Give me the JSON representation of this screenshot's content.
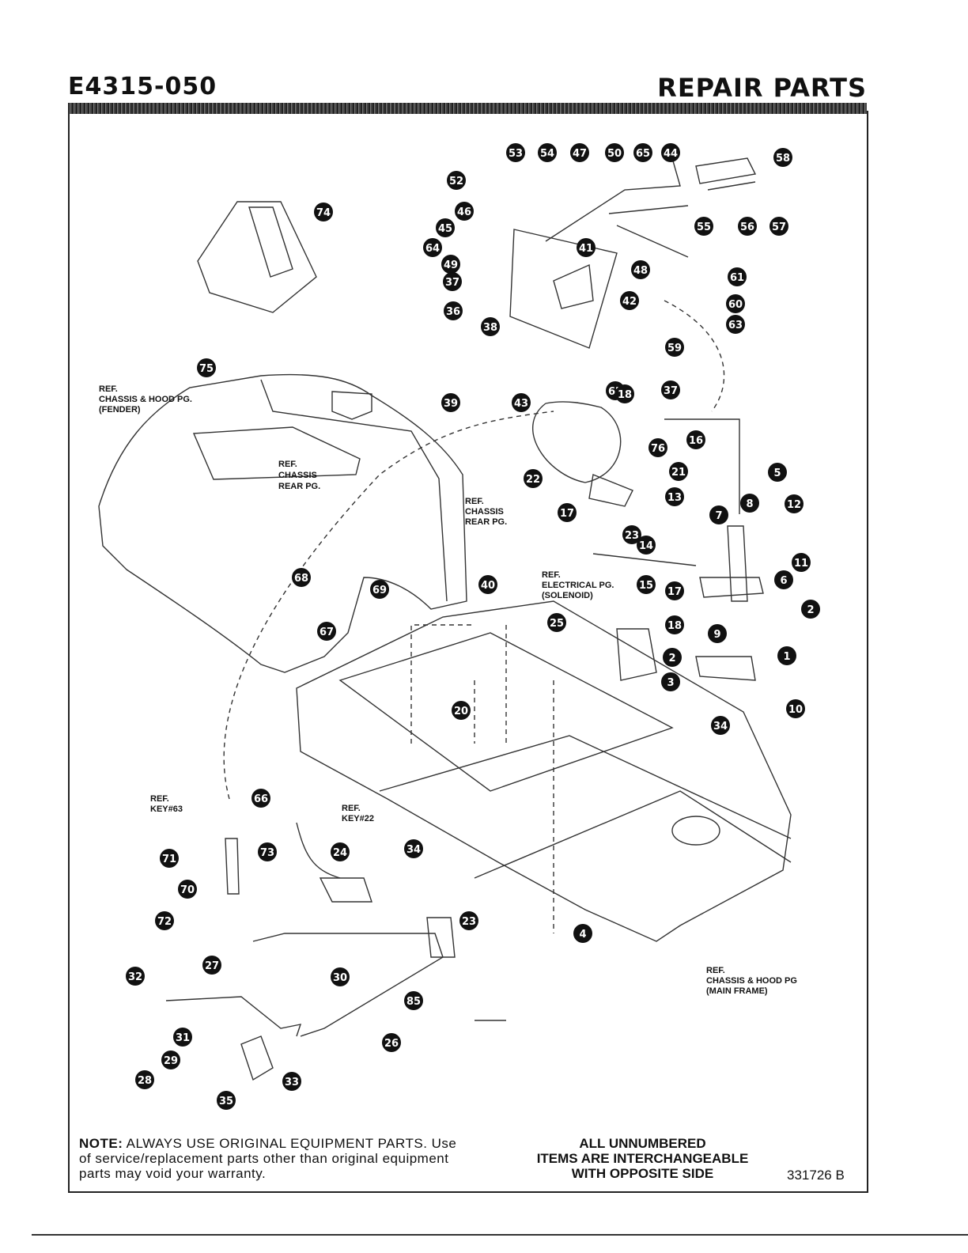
{
  "header": {
    "model": "E4315-050",
    "title": "REPAIR PARTS"
  },
  "refs": {
    "fender": [
      "REF.",
      "CHASSIS & HOOD PG.",
      "(FENDER)"
    ],
    "chassis_rear_1": [
      "REF.",
      "CHASSIS",
      "REAR PG."
    ],
    "chassis_rear_2": [
      "REF.",
      "CHASSIS",
      "REAR PG."
    ],
    "electrical": [
      "REF.",
      "ELECTRICAL PG.",
      "(SOLENOID)"
    ],
    "key63": [
      "REF.",
      "KEY#63"
    ],
    "key22": [
      "REF.",
      "KEY#22"
    ],
    "main_frame": [
      "REF.",
      "CHASSIS & HOOD PG",
      "(MAIN FRAME)"
    ]
  },
  "callouts": [
    {
      "n": "53"
    },
    {
      "n": "54"
    },
    {
      "n": "47"
    },
    {
      "n": "50"
    },
    {
      "n": "65"
    },
    {
      "n": "44"
    },
    {
      "n": "58"
    },
    {
      "n": "52"
    },
    {
      "n": "56"
    },
    {
      "n": "57"
    },
    {
      "n": "55"
    },
    {
      "n": "46"
    },
    {
      "n": "45"
    },
    {
      "n": "64"
    },
    {
      "n": "41"
    },
    {
      "n": "49"
    },
    {
      "n": "37"
    },
    {
      "n": "48"
    },
    {
      "n": "61"
    },
    {
      "n": "42"
    },
    {
      "n": "60"
    },
    {
      "n": "36"
    },
    {
      "n": "63"
    },
    {
      "n": "38"
    },
    {
      "n": "59"
    },
    {
      "n": "62"
    },
    {
      "n": "18"
    },
    {
      "n": "37"
    },
    {
      "n": "43"
    },
    {
      "n": "39"
    },
    {
      "n": "76"
    },
    {
      "n": "16"
    },
    {
      "n": "5"
    },
    {
      "n": "21"
    },
    {
      "n": "22"
    },
    {
      "n": "13"
    },
    {
      "n": "8"
    },
    {
      "n": "12"
    },
    {
      "n": "17"
    },
    {
      "n": "7"
    },
    {
      "n": "23"
    },
    {
      "n": "14"
    },
    {
      "n": "11"
    },
    {
      "n": "15"
    },
    {
      "n": "17"
    },
    {
      "n": "6"
    },
    {
      "n": "74"
    },
    {
      "n": "75"
    },
    {
      "n": "68"
    },
    {
      "n": "69"
    },
    {
      "n": "40"
    },
    {
      "n": "67"
    },
    {
      "n": "25"
    },
    {
      "n": "18"
    },
    {
      "n": "2"
    },
    {
      "n": "9"
    },
    {
      "n": "2"
    },
    {
      "n": "1"
    },
    {
      "n": "3"
    },
    {
      "n": "10"
    },
    {
      "n": "20"
    },
    {
      "n": "34"
    },
    {
      "n": "66"
    },
    {
      "n": "24"
    },
    {
      "n": "34"
    },
    {
      "n": "71"
    },
    {
      "n": "73"
    },
    {
      "n": "70"
    },
    {
      "n": "72"
    },
    {
      "n": "4"
    },
    {
      "n": "23"
    },
    {
      "n": "27"
    },
    {
      "n": "30"
    },
    {
      "n": "32"
    },
    {
      "n": "31"
    },
    {
      "n": "85"
    },
    {
      "n": "26"
    },
    {
      "n": "29"
    },
    {
      "n": "33"
    },
    {
      "n": "28"
    },
    {
      "n": "35"
    }
  ],
  "footer": {
    "note_label": "NOTE:",
    "note_text": " ALWAYS USE ORIGINAL EQUIPMENT PARTS. Use of service/replacement parts other than original equipment parts may void your warranty.",
    "unnumbered": [
      "ALL UNNUMBERED",
      "ITEMS ARE INTERCHANGEABLE",
      "WITH OPPOSITE SIDE"
    ],
    "doc_number": "331726 B"
  }
}
